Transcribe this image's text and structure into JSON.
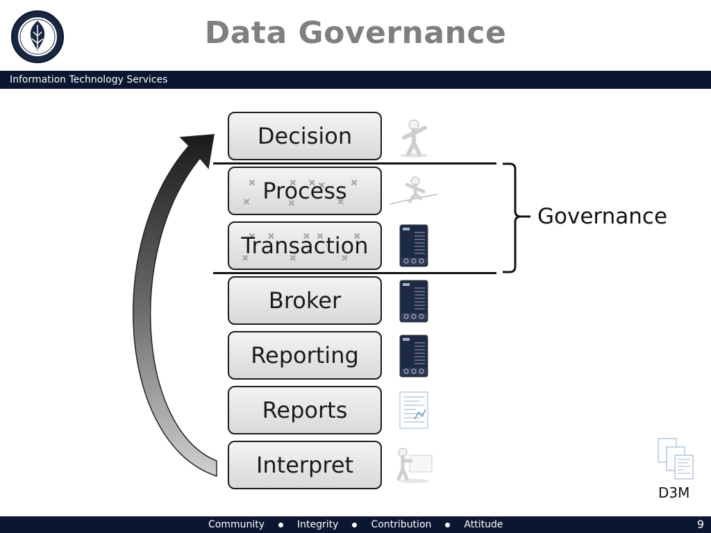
{
  "slide": {
    "title": "Data Governance"
  },
  "header": {
    "department": "Information Technology Services"
  },
  "seal": {
    "icon": "university-seal-icon"
  },
  "layers": [
    {
      "label": "Decision",
      "icon": "person-gesturing-icon"
    },
    {
      "label": "Process",
      "icon": "person-tightrope-icon"
    },
    {
      "label": "Transaction",
      "icon": "server-icon"
    },
    {
      "label": "Broker",
      "icon": "server-icon"
    },
    {
      "label": "Reporting",
      "icon": "server-icon"
    },
    {
      "label": "Reports",
      "icon": "report-document-icon"
    },
    {
      "label": "Interpret",
      "icon": "person-with-board-icon"
    }
  ],
  "governance": {
    "label": "Governance"
  },
  "d3m": {
    "label": "D3M",
    "icon": "document-stack-icon"
  },
  "footer": {
    "values": [
      "Community",
      "Integrity",
      "Contribution",
      "Attitude"
    ],
    "page_number": "9"
  },
  "colors": {
    "bar": "#0b1631",
    "title": "#7f7f7f",
    "box_fill_top": "#f3f3f3",
    "box_fill_bottom": "#d9d9d9",
    "server": "#1d2a44"
  }
}
